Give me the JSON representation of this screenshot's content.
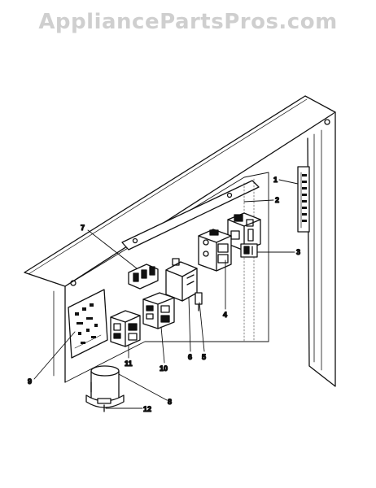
{
  "header": {
    "watermark": "AppliancePartsPros.com"
  },
  "callouts": [
    "1",
    "2",
    "3",
    "4",
    "5",
    "6",
    "7",
    "8",
    "9",
    "10",
    "11",
    "12"
  ]
}
